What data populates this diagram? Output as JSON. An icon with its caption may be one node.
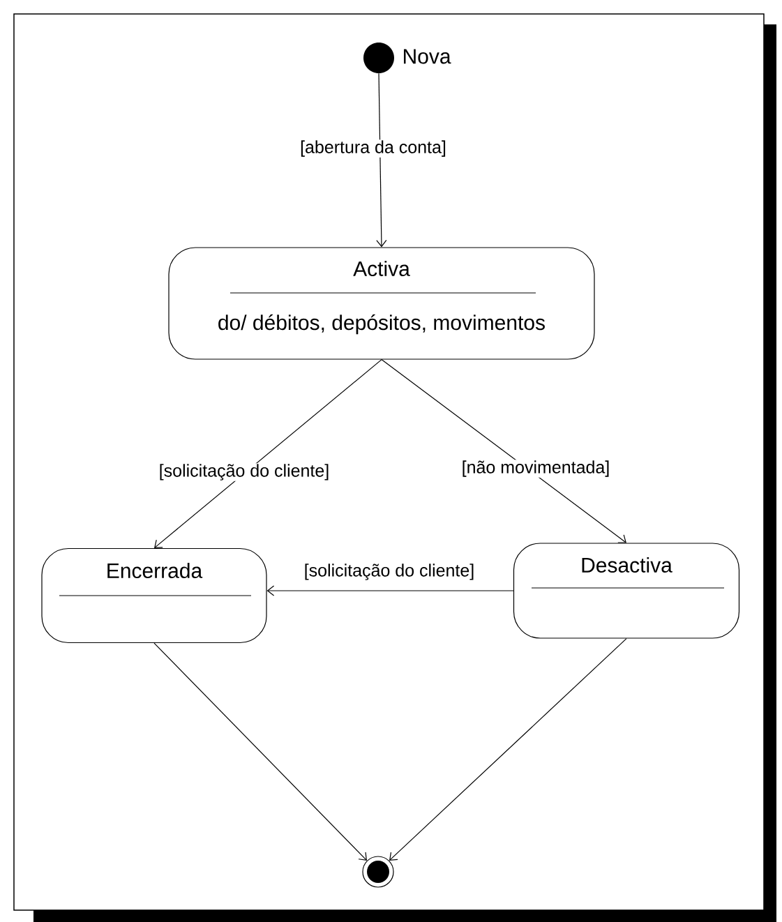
{
  "diagram": {
    "nodes": [
      {
        "text": [],
        "shape": "circle",
        "beside": [
          "Nova"
        ]
      },
      {
        "text": [
          "Activa",
          "do/ débitos, depósitos, movimentos"
        ]
      },
      {
        "text": [
          "Encerrada"
        ]
      },
      {
        "text": [
          "Desactiva"
        ]
      },
      {
        "text": [],
        "shape": "bullseye"
      }
    ],
    "edges": [
      {
        "from": 0,
        "to": 1,
        "arrow": "to",
        "label": "[abertura da conta]"
      },
      {
        "from": 1,
        "to": 2,
        "arrow": "to",
        "label": "[solicitação do cliente]"
      },
      {
        "from": 1,
        "to": 3,
        "arrow": "to",
        "label": "[não movimentada]"
      },
      {
        "from": 3,
        "to": 2,
        "arrow": "to",
        "label": "[solicitação do cliente]"
      },
      {
        "from": 2,
        "to": 4,
        "arrow": "to"
      },
      {
        "from": 3,
        "to": 4,
        "arrow": "to"
      }
    ]
  }
}
